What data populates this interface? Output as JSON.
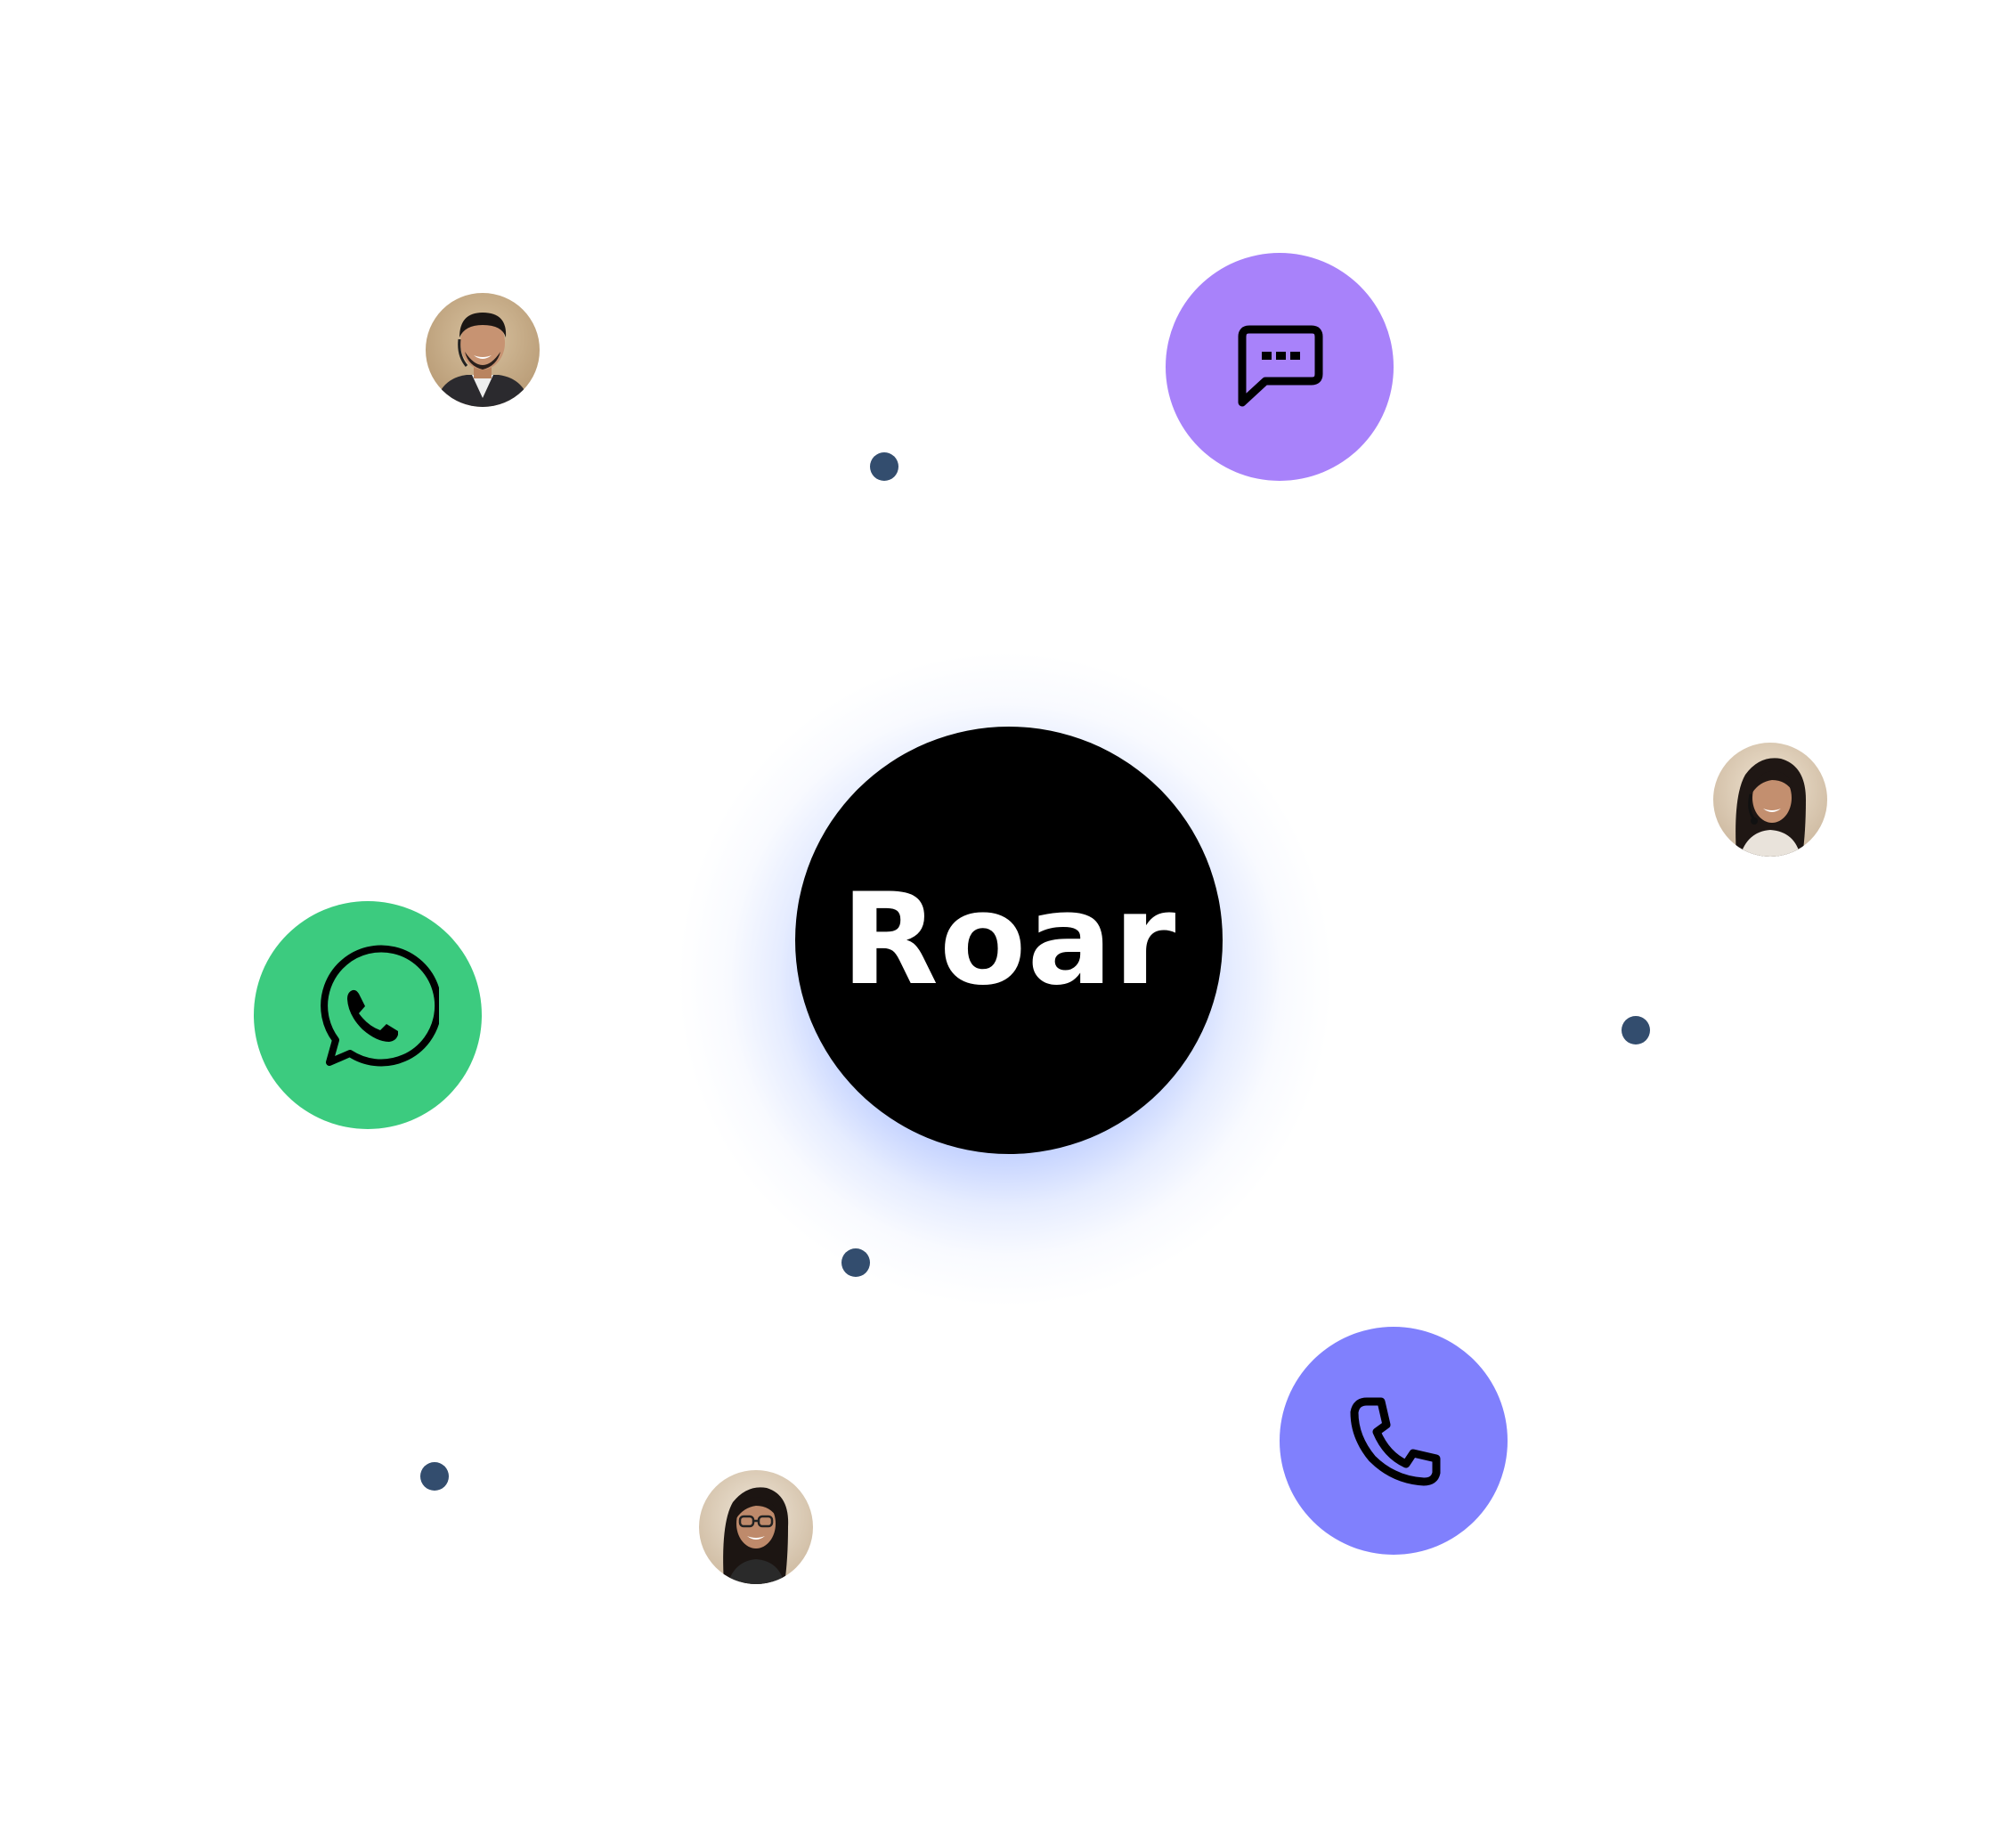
{
  "brand": {
    "name": "Roar"
  },
  "colors": {
    "hub": "#000000",
    "hub_text": "#ffffff",
    "sms": "#a882fa",
    "whatsapp": "#3ccb7f",
    "phone": "#8080fd",
    "dot": "#334d6e",
    "icon_stroke": "#000000"
  },
  "channels": [
    {
      "id": "sms",
      "icon": "message-dots-icon"
    },
    {
      "id": "whatsapp",
      "icon": "whatsapp-icon"
    },
    {
      "id": "phone",
      "icon": "phone-icon"
    }
  ],
  "agents": [
    {
      "id": "agent-1",
      "icon": "avatar-man-headset"
    },
    {
      "id": "agent-2",
      "icon": "avatar-woman-headset"
    },
    {
      "id": "agent-3",
      "icon": "avatar-woman-glasses-headset"
    }
  ]
}
